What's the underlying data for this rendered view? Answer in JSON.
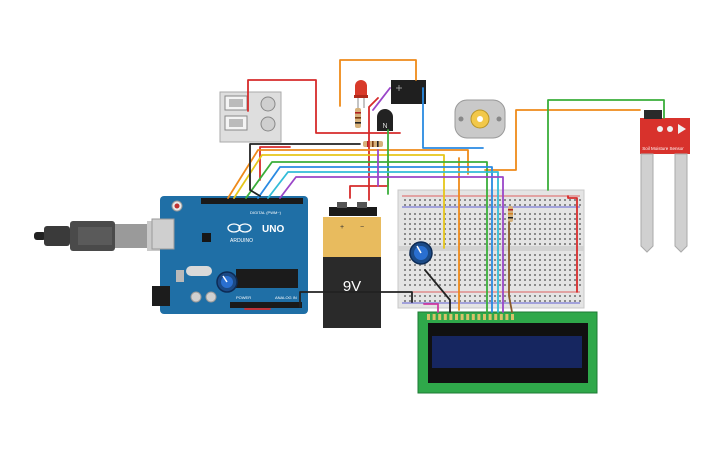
{
  "battery": {
    "label": "9V",
    "plus": "+",
    "minus": "−"
  },
  "arduino": {
    "brand": "ARDUINO",
    "model": "UNO",
    "digital_label": "DIGITAL (PWM~)",
    "power_label": "POWER",
    "analog_label": "ANALOG IN"
  },
  "soil_sensor": {
    "label": "Soil Moisture Sensor"
  },
  "relay": {
    "label": ""
  },
  "colors": {
    "arduino_board": "#1f6fa6",
    "breadboard": "#e4e4e4",
    "lcd_pcb": "#2fa84a",
    "lcd_screen": "#162660",
    "sensor_pcb": "#d8322c",
    "battery_top": "#e8bb5e",
    "battery_body": "#2a2a2a"
  }
}
